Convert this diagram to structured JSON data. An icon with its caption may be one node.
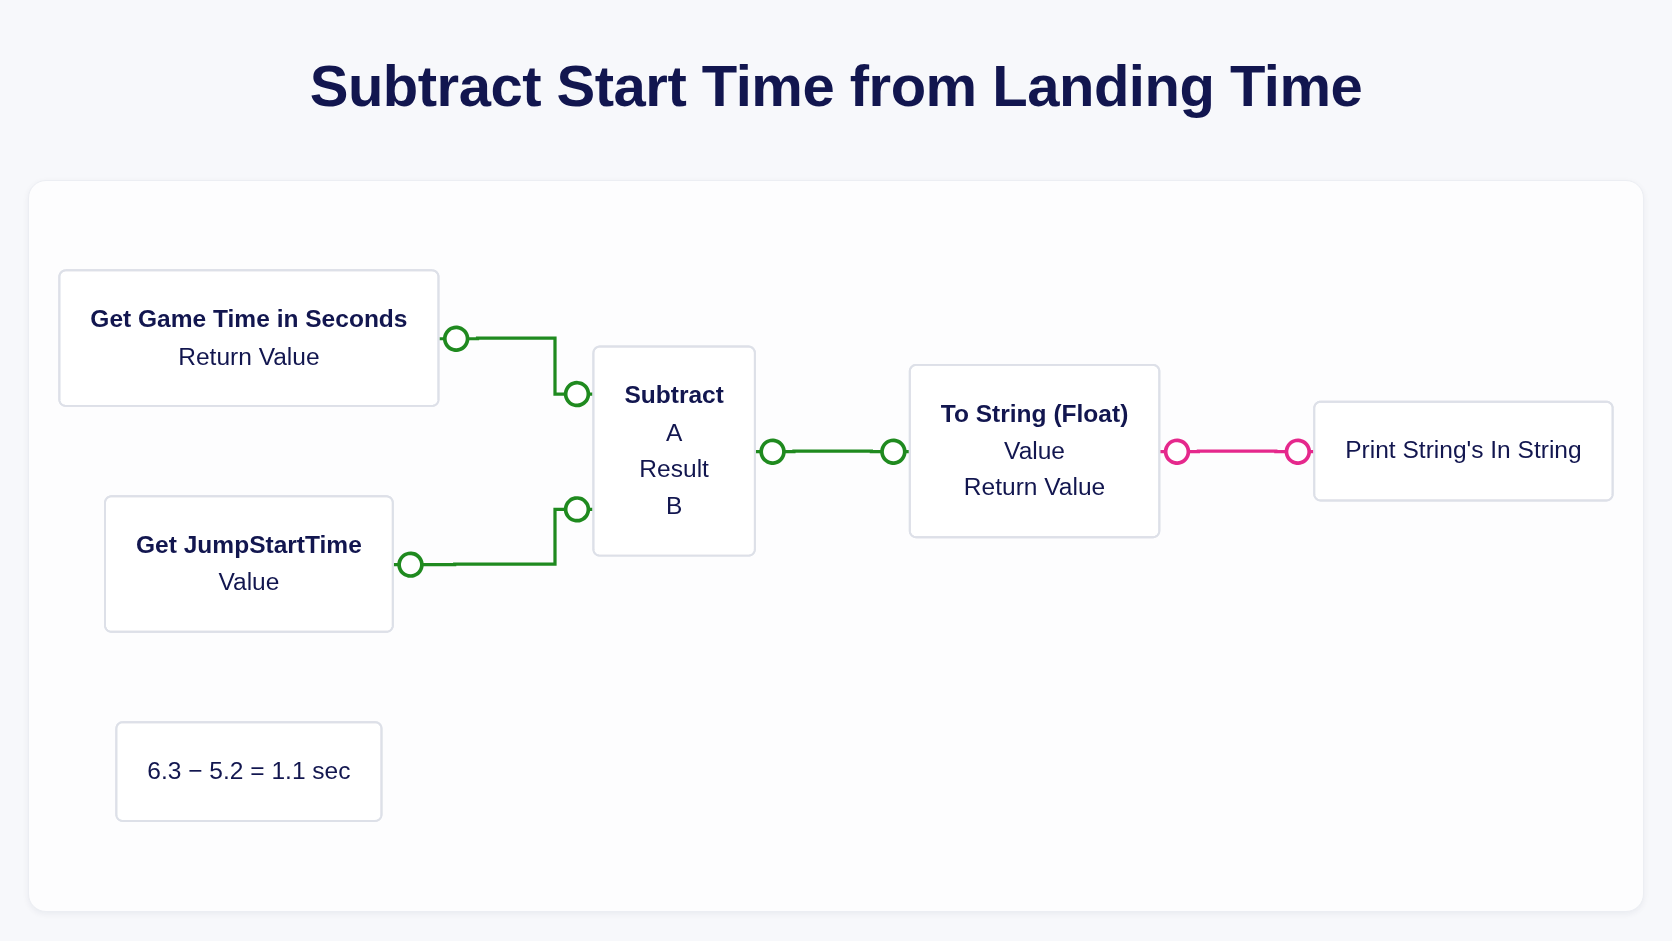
{
  "diagram": {
    "title": "Subtract Start Time from Landing Time",
    "nodes": [
      {
        "text": [
          "Get Game Time in Seconds",
          "Return Value"
        ]
      },
      {
        "text": [
          "Get JumpStartTime",
          "Value"
        ]
      },
      {
        "text": [
          "Subtract",
          "A",
          "Result",
          "B"
        ]
      },
      {
        "text": [
          "To String (Float)",
          "Value",
          "Return Value"
        ]
      },
      {
        "text": [
          "Print String's In String"
        ]
      },
      {
        "text": [
          "6.3 − 5.2 = 1.1 sec"
        ]
      }
    ],
    "edges": [
      {
        "from": 0,
        "to": 2,
        "arrow": "other"
      },
      {
        "from": 1,
        "to": 2,
        "arrow": "other"
      },
      {
        "from": 2,
        "to": 3,
        "arrow": "other"
      },
      {
        "from": 3,
        "to": 4,
        "arrow": "other",
        "color": "#e5288c"
      }
    ]
  }
}
